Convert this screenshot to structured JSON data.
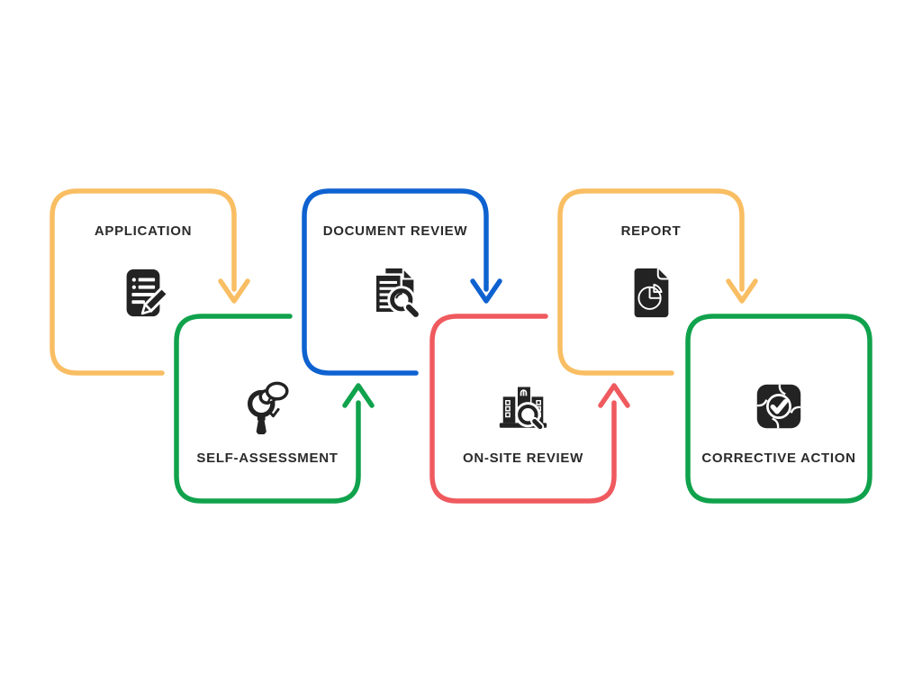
{
  "diagram": {
    "background_color": "#FFFFFF",
    "text_color": "#2B2B2B",
    "icon_color": "#232323",
    "steps": [
      {
        "label": "APPLICATION",
        "icon": "edit-document-icon",
        "color": "#F9BE63"
      },
      {
        "label": "SELF-ASSESSMENT",
        "icon": "magnifier-feedback-icon",
        "color": "#10A24C"
      },
      {
        "label": "DOCUMENT REVIEW",
        "icon": "document-magnifier-icon",
        "color": "#0E62D0"
      },
      {
        "label": "ON-SITE REVIEW",
        "icon": "building-magnifier-icon",
        "color": "#EF5A5E"
      },
      {
        "label": "REPORT",
        "icon": "report-pie-document-icon",
        "color": "#F9BE63"
      },
      {
        "label": "CORRECTIVE ACTION",
        "icon": "process-check-icon",
        "color": "#10A24C"
      }
    ]
  }
}
